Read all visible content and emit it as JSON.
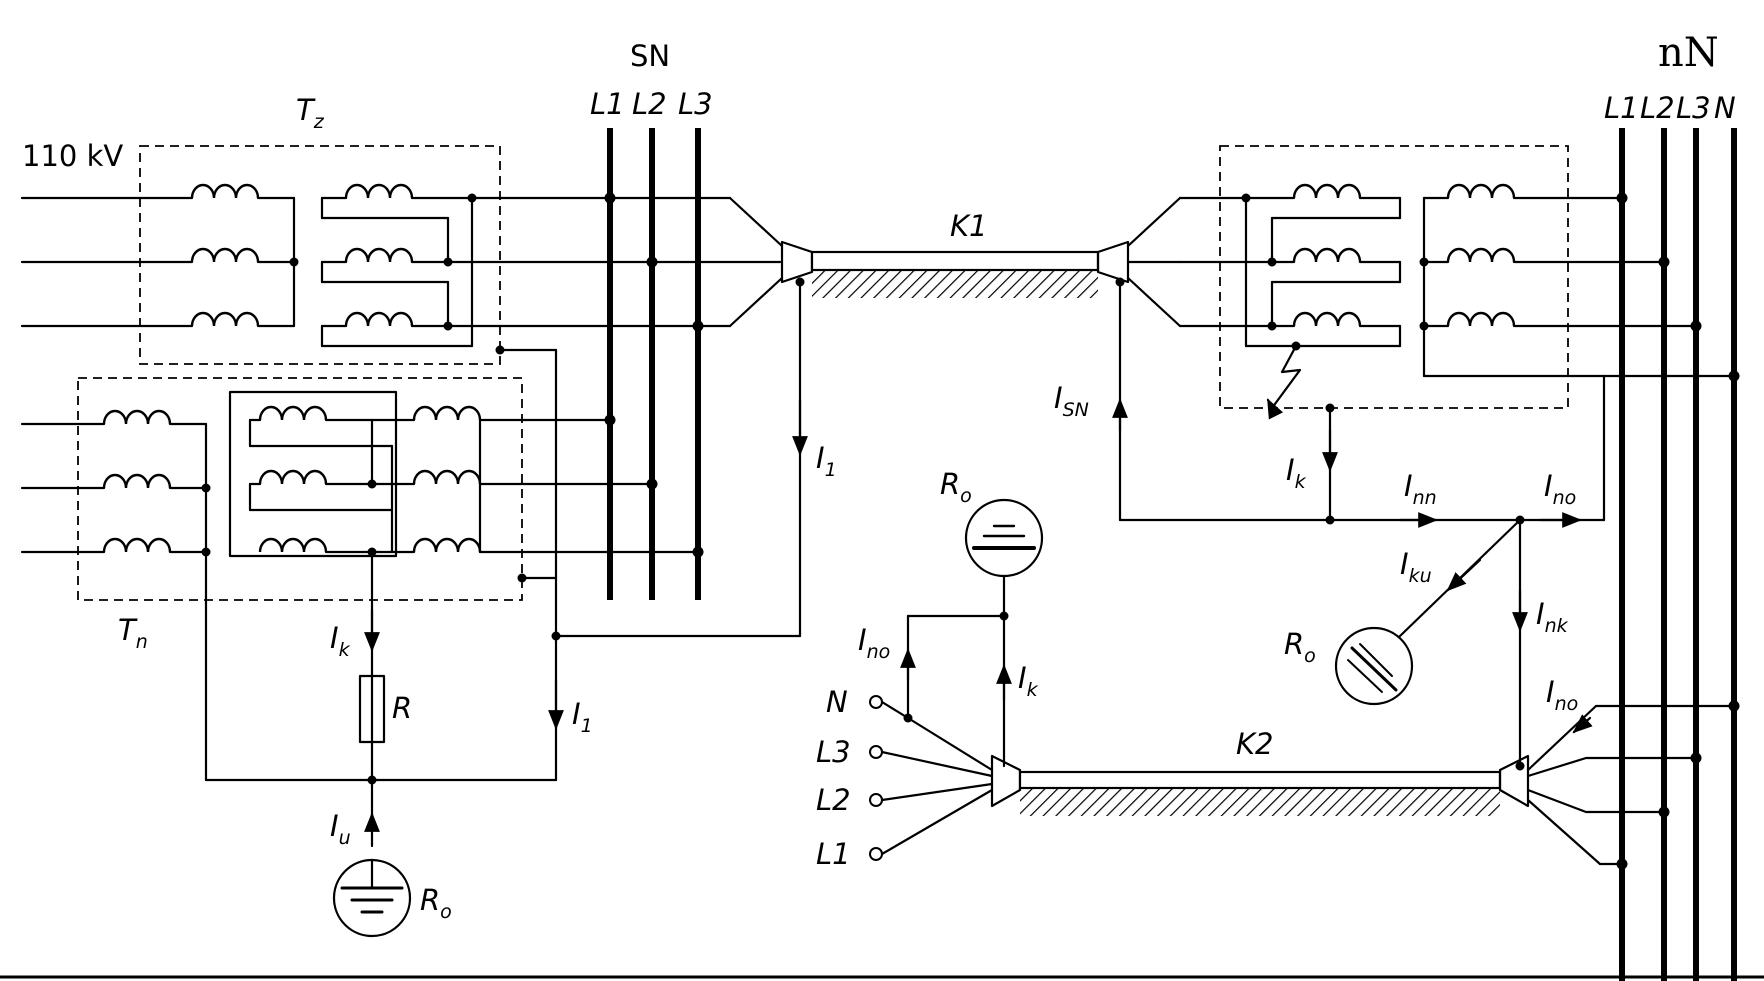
{
  "labels": {
    "voltage_110": "110 kV",
    "sn_title": "SN",
    "nn_title": "nN",
    "tz_main": "T",
    "tz_sub": "z",
    "tn_main": "T",
    "tn_sub": "n",
    "sn_l1": "L1",
    "sn_l2": "L2",
    "sn_l3": "L3",
    "nn_l1": "L1",
    "nn_l2": "L2",
    "nn_l3": "L3",
    "nn_n": "N",
    "k1": "K1",
    "k2": "K2",
    "r": "R",
    "i1_main": "I",
    "i1_sub": "1",
    "i1b_main": "I",
    "i1b_sub": "1",
    "ik_left_main": "I",
    "ik_left_sub": "k",
    "iu_main": "I",
    "iu_sub": "u",
    "r0_left_main": "R",
    "r0_left_sub": "o",
    "isn_main": "I",
    "isn_sub": "SN",
    "ik_right_main": "I",
    "ik_right_sub": "k",
    "inn_main": "I",
    "inn_sub": "nn",
    "ino1_main": "I",
    "ino1_sub": "no",
    "iku_main": "I",
    "iku_sub": "ku",
    "ink_main": "I",
    "ink_sub": "nk",
    "ino2_main": "I",
    "ino2_sub": "no",
    "r0_mid_main": "R",
    "r0_mid_sub": "o",
    "ino3_main": "I",
    "ino3_sub": "no",
    "ik_mid_main": "I",
    "ik_mid_sub": "k",
    "r0_right_main": "R",
    "r0_right_sub": "o",
    "term_n": "N",
    "term_l3": "L3",
    "term_l2": "L2",
    "term_l1": "L1"
  }
}
